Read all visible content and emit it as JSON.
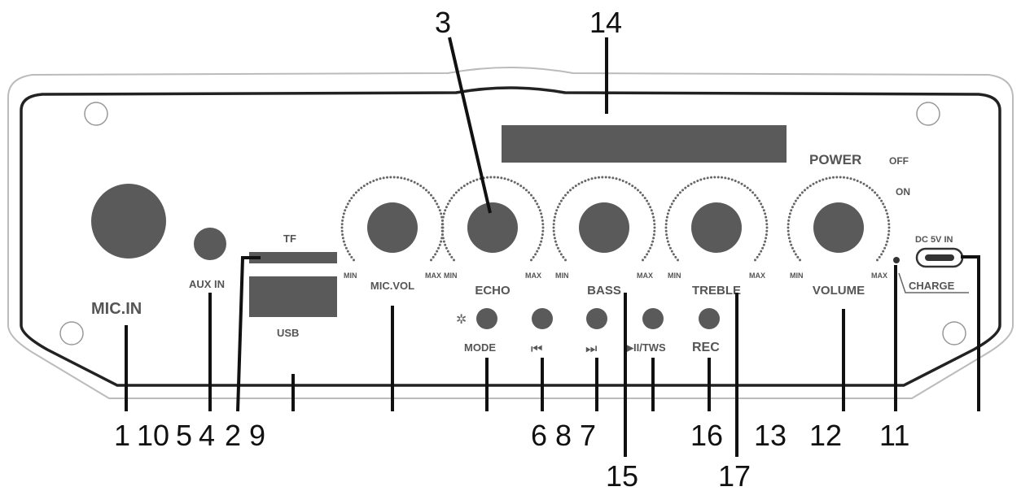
{
  "callouts": {
    "top": {
      "knob_echo": "3",
      "display": "14"
    },
    "bottom": {
      "c1": "1",
      "c10": "10",
      "c5": "5",
      "c4": "4",
      "c2": "2",
      "c9": "9",
      "c6": "6",
      "c8": "8",
      "c7": "7",
      "c15": "15",
      "c16": "16",
      "c17": "17",
      "c13": "13",
      "c12": "12",
      "c11": "11"
    }
  },
  "panel": {
    "mic_in": "MIC.IN",
    "aux_in": "AUX IN",
    "tf": "TF",
    "usb": "USB",
    "power": "POWER",
    "off": "OFF",
    "on": "ON",
    "dc_in": "DC 5V IN",
    "charge": "CHARGE",
    "knobs": [
      {
        "label": "MIC.VOL",
        "min": "MIN",
        "max": "MAX"
      },
      {
        "label": "ECHO",
        "min": "MIN",
        "max": "MAX"
      },
      {
        "label": "BASS",
        "min": "MIN",
        "max": "MAX"
      },
      {
        "label": "TREBLE",
        "min": "MIN",
        "max": "MAX"
      },
      {
        "label": "VOLUME",
        "min": "MIN",
        "max": "MAX"
      }
    ],
    "buttons": {
      "mode": "MODE",
      "prev": "⏮",
      "next": "⏭",
      "play_tws": "▶II/TWS",
      "rec": "REC"
    }
  }
}
